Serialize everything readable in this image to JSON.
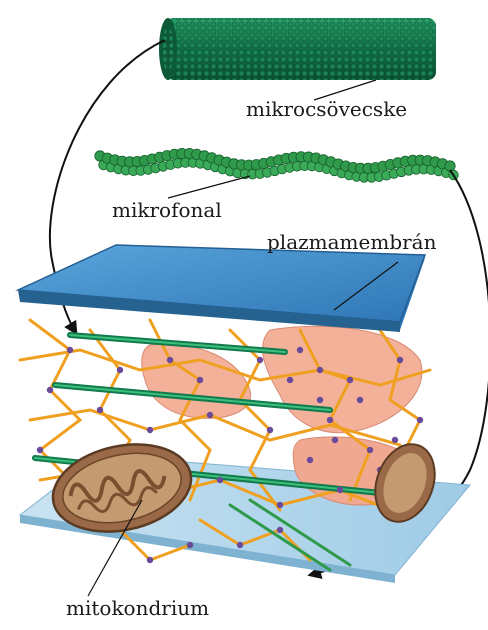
{
  "labels": {
    "microtubule": "mikrocsövecske",
    "microfilament": "mikrofonal",
    "plasma_membrane": "plazmamembrán",
    "mitochondrion": "mitokondrium"
  },
  "colors": {
    "microtubule": "#127a4e",
    "microfilament": "#2e9a4a",
    "membrane": "#3d87c4",
    "cytoskeleton_mesh": "#f0a020",
    "er_pink": "#f0a890",
    "mitochondrion": "#8a5a3a",
    "base_plate": "#a8cfe6",
    "dots": "#6b4a9a"
  }
}
